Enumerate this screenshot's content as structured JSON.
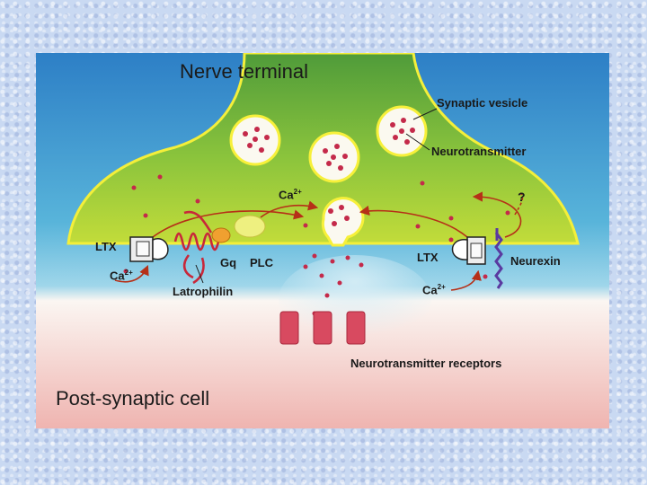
{
  "titles": {
    "nerve_terminal": "Nerve terminal",
    "post_synaptic": "Post-synaptic cell"
  },
  "labels": {
    "synaptic_vesicle": "Synaptic vesicle",
    "neurotransmitter": "Neurotransmitter",
    "ca_top": "Ca",
    "ca_left": "Ca",
    "ca_right": "Ca",
    "ca_charge": "2+",
    "question": "?",
    "ltx_left": "LTX",
    "ltx_right": "LTX",
    "gq": "Gq",
    "plc": "PLC",
    "neurexin": "Neurexin",
    "latrophilin": "Latrophilin",
    "receptors": "Neurotransmitter receptors"
  },
  "colors": {
    "terminal_fill": "#77b23a",
    "terminal_outline": "#f4ef3a",
    "membrane_base": "#5fb0d4",
    "post_cell": "#f3c3bf",
    "vesicle_outline": "#f7f03a",
    "transmitter_dot": "#c42a4a",
    "arrow": "#b63018",
    "receptor": "#d84a60",
    "latrophilin": "#c8283a",
    "neurexin": "#5a3aa0",
    "plc": "#eef080",
    "gq": "#f0a030"
  }
}
